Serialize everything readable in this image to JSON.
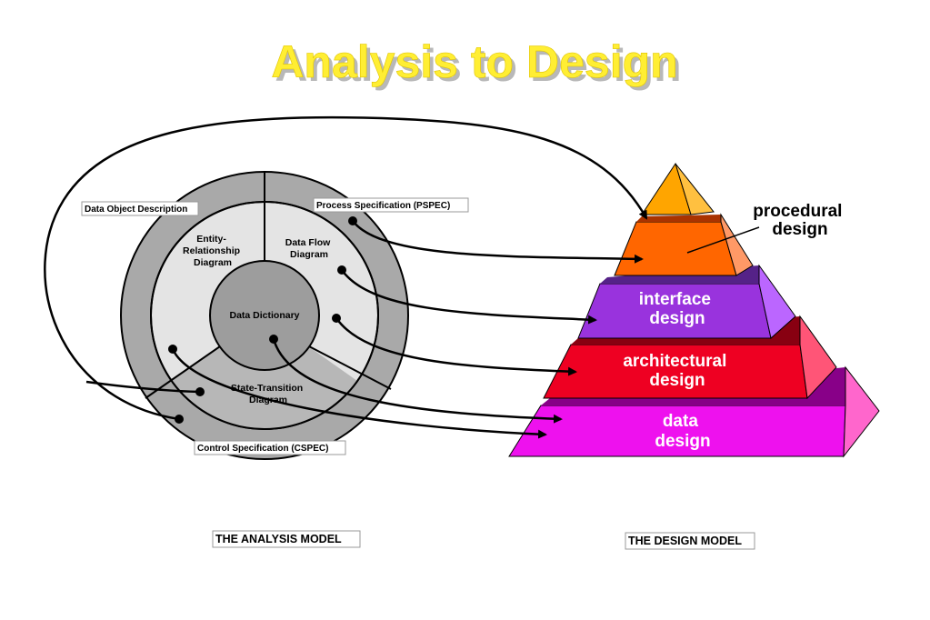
{
  "title": "Analysis to Design",
  "analysis": {
    "data_object_description": "Data Object Description",
    "process_specification": "Process Specification (PSPEC)",
    "control_specification": "Control Specification (CSPEC)",
    "entity_relationship": [
      "Entity-",
      "Relationship",
      "Diagram"
    ],
    "data_flow": [
      "Data Flow",
      "Diagram"
    ],
    "data_dictionary": "Data Dictionary",
    "state_transition": [
      "State-Transition",
      "Diagram"
    ],
    "model_label": "THE ANALYSIS MODEL"
  },
  "design": {
    "procedural": [
      "procedural",
      "design"
    ],
    "interface": [
      "interface",
      "design"
    ],
    "architectural": [
      "architectural",
      "design"
    ],
    "data": [
      "data",
      "design"
    ],
    "model_label": "THE DESIGN MODEL"
  },
  "colors": {
    "title": "#ffee33",
    "outer_ring": "#a9a9a9",
    "middle_ring": "#e4e4e4",
    "bottom_sector": "#b7b7b7",
    "core": "#9d9d9d",
    "apex": "#ffa500",
    "procedural": "#ff6600",
    "interface": "#9933dd",
    "architectural": "#ee0022",
    "data": "#ee11ee"
  }
}
